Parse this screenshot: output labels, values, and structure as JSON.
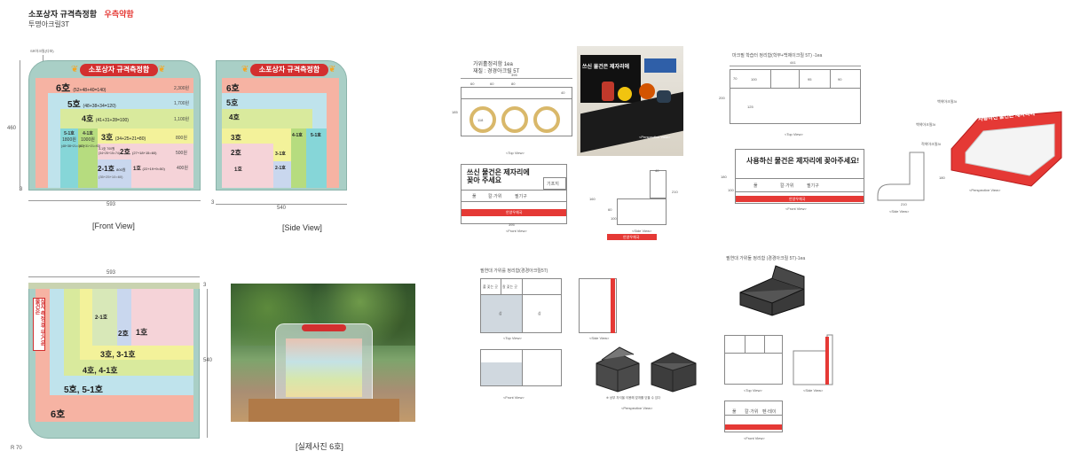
{
  "header": {
    "title": "소포상자 규격측정함",
    "title_accent": "우측약함",
    "subtitle": "투명아크릴3T"
  },
  "front_view": {
    "banner": "소포상자 규격측정함",
    "callout": "SR아크릴(다보)",
    "rows": [
      {
        "name": "6호",
        "formula": "(52+48+40=140)",
        "price": "2,300원"
      },
      {
        "name": "5호",
        "formula": "(48+38+34=120)",
        "price": "1,700원"
      },
      {
        "name": "4호",
        "formula": "(41+31+28=100)",
        "price": "1,100원"
      },
      {
        "name": "3호",
        "formula": "(34+25+21=80)",
        "price": "800원"
      },
      {
        "name": "2호",
        "formula": "(27+18+15=60)",
        "price": "500원"
      },
      {
        "name": "2-1호",
        "formula": "(35+25+10=60)",
        "price": "800원"
      },
      {
        "name": "1호",
        "formula": "(22+19+9=50)",
        "price": "400원"
      }
    ],
    "col51": {
      "name": "5-1호",
      "price": "1800원",
      "formula": "(48+38+21=107)"
    },
    "col41": {
      "name": "4-1호",
      "price": "1000원",
      "formula": "(41+31+21=93)"
    },
    "col31": {
      "name": "3-1호 700원",
      "formula": "(34+25+15=74)"
    },
    "dim_width": "593",
    "dim_height": "460",
    "dim_base": "3",
    "caption": "[Front View]"
  },
  "side_view": {
    "banner": "소포상자 규격측정함",
    "labels": [
      "6호",
      "5호",
      "4호",
      "3호",
      "2호",
      "1호"
    ],
    "col_labels": [
      "4-1호",
      "5-1호",
      "3-1호",
      "2-1호"
    ],
    "dim_width": "540",
    "dim_base": "3",
    "caption": "[Side View]"
  },
  "top_view": {
    "sign": "상자 측정 후 무거운 물건은",
    "labels": [
      "2-1호",
      "2호",
      "1호",
      "3호, 3-1호",
      "4호, 4-1호",
      "5호, 5-1호",
      "6호"
    ],
    "dim_width": "593",
    "dim_height": "540",
    "dim_top": "3",
    "radius": "R 70"
  },
  "photo": {
    "caption": "[실제사진 6호]"
  },
  "scissor_box": {
    "title": "가위홀정리함 1ea",
    "material": "재질 : 경경아크릴 5T",
    "dims": [
      "395",
      "60",
      "60",
      "80",
      "40",
      "185",
      "118"
    ],
    "top_caption": "<Top View>",
    "perspective_caption": "<Perspective View>",
    "photo_sign": "쓰신 물건은 제자리에",
    "front_text": "쓰신 물건은 제자리에 꽂아 주세요",
    "front_cells": [
      "풀",
      "칼·가위",
      "필기구",
      "기프지"
    ],
    "front_dims": [
      "395",
      "160",
      "60",
      "40",
      "210",
      "100"
    ],
    "front_caption": "<Front View>",
    "side_caption": "<Side View>",
    "logo": "안양우체국"
  },
  "pen_box": {
    "title": "마크필 학습터 정리함(학부+백제이크릴 5T) -1ea",
    "dims": [
      "441",
      "70",
      "100",
      "95",
      "90",
      "200",
      "125"
    ],
    "top_caption": "<Top View>",
    "sign": "사용하신 물건은 제자리에 꽂아주세요!",
    "cells": [
      "풀",
      "칼·가위",
      "필기구"
    ],
    "front_dims": [
      "180",
      "100"
    ],
    "front_caption": "<Front View>",
    "side_dims": [
      "210",
      "180"
    ],
    "side_caption": "<Side View>",
    "persp_labels": [
      "백색아크릴3t",
      "백색아크릴3t",
      "적색아크릴3t"
    ],
    "persp_sign": "사용하신 물건은 제자리에",
    "persp_caption": "<Perspective View>",
    "logo": "안양우체국"
  },
  "tape_box": {
    "title": "필연대 가위를 정리함(경경아크릴5T)",
    "cells": [
      "풀 꽂는 곳",
      "칼 꽂는 곳",
      "삽",
      "삼"
    ],
    "top_caption": "<Top View>",
    "side_caption": "<Side View>",
    "front_caption": "<Front View>",
    "note": "※ 상부 자석을 이용해 덮개를 닫을 수 있다",
    "persp_caption": "<Perspective View>"
  },
  "tape_box2": {
    "title": "필연대 가위둘 정리함 (경경아크릴 5T)-1ea",
    "top_caption": "<Top View>",
    "side_caption": "<Side View>",
    "front_cells": [
      "풀",
      "칼·가위",
      "펜·테이"
    ],
    "front_caption": "<Front View>"
  },
  "colors": {
    "red": "#d32f2f",
    "salmon": "#f6b3a3",
    "pink": "#f5d3d8",
    "teal": "#86d6d8",
    "lightblue": "#bfe3ec",
    "lime": "#d9ea9d",
    "yellow": "#f3f29a",
    "green": "#b6dc7f",
    "frame": "#a9cfc6"
  }
}
